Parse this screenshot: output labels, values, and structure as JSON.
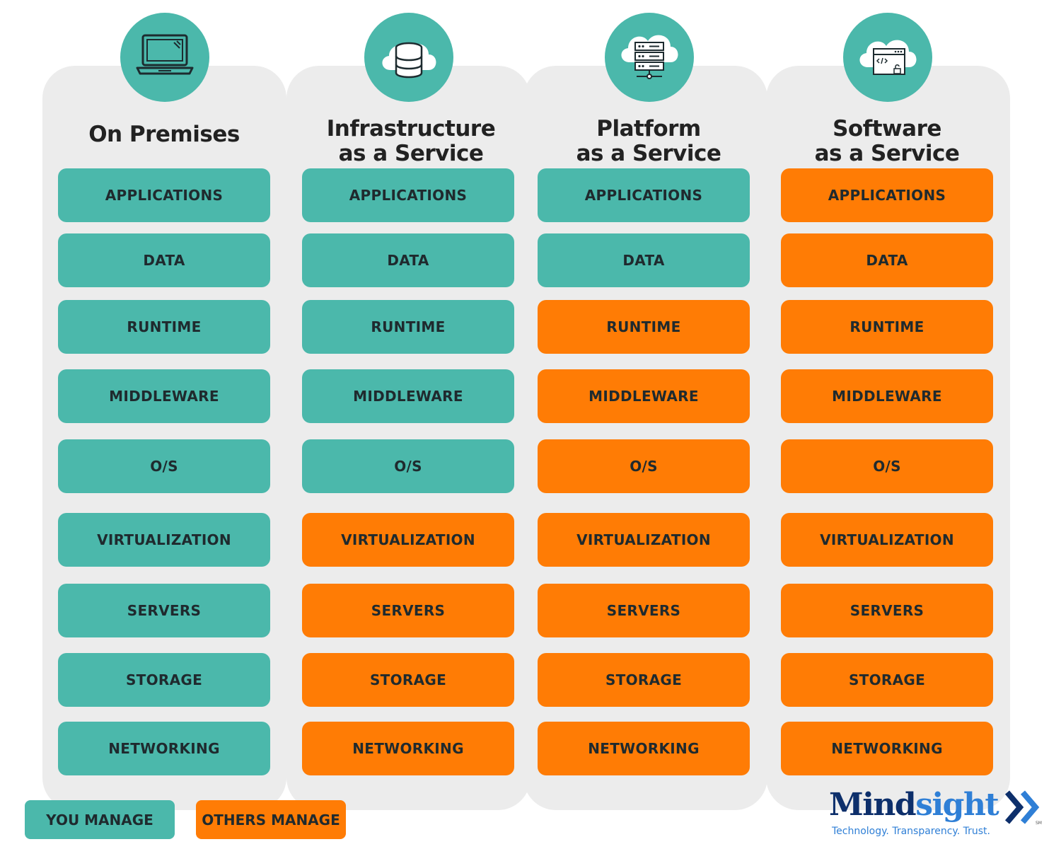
{
  "columns": [
    {
      "title_line1": "On Premises",
      "title_line2": "",
      "icon": "laptop-icon",
      "rows": [
        {
          "label": "APPLICATIONS",
          "manager": "you"
        },
        {
          "label": "DATA",
          "manager": "you"
        },
        {
          "label": "RUNTIME",
          "manager": "you"
        },
        {
          "label": "MIDDLEWARE",
          "manager": "you"
        },
        {
          "label": "O/S",
          "manager": "you"
        },
        {
          "label": "VIRTUALIZATION",
          "manager": "you"
        },
        {
          "label": "SERVERS",
          "manager": "you"
        },
        {
          "label": "STORAGE",
          "manager": "you"
        },
        {
          "label": "NETWORKING",
          "manager": "you"
        }
      ]
    },
    {
      "title_line1": "Infrastructure",
      "title_line2": "as a Service",
      "icon": "cloud-database-icon",
      "rows": [
        {
          "label": "APPLICATIONS",
          "manager": "you"
        },
        {
          "label": "DATA",
          "manager": "you"
        },
        {
          "label": "RUNTIME",
          "manager": "you"
        },
        {
          "label": "MIDDLEWARE",
          "manager": "you"
        },
        {
          "label": "O/S",
          "manager": "you"
        },
        {
          "label": "VIRTUALIZATION",
          "manager": "others"
        },
        {
          "label": "SERVERS",
          "manager": "others"
        },
        {
          "label": "STORAGE",
          "manager": "others"
        },
        {
          "label": "NETWORKING",
          "manager": "others"
        }
      ]
    },
    {
      "title_line1": "Platform",
      "title_line2": "as a Service",
      "icon": "cloud-server-icon",
      "rows": [
        {
          "label": "APPLICATIONS",
          "manager": "you"
        },
        {
          "label": "DATA",
          "manager": "you"
        },
        {
          "label": "RUNTIME",
          "manager": "others"
        },
        {
          "label": "MIDDLEWARE",
          "manager": "others"
        },
        {
          "label": "O/S",
          "manager": "others"
        },
        {
          "label": "VIRTUALIZATION",
          "manager": "others"
        },
        {
          "label": "SERVERS",
          "manager": "others"
        },
        {
          "label": "STORAGE",
          "manager": "others"
        },
        {
          "label": "NETWORKING",
          "manager": "others"
        }
      ]
    },
    {
      "title_line1": "Software",
      "title_line2": "as a Service",
      "icon": "cloud-browser-icon",
      "rows": [
        {
          "label": "APPLICATIONS",
          "manager": "others"
        },
        {
          "label": "DATA",
          "manager": "others"
        },
        {
          "label": "RUNTIME",
          "manager": "others"
        },
        {
          "label": "MIDDLEWARE",
          "manager": "others"
        },
        {
          "label": "O/S",
          "manager": "others"
        },
        {
          "label": "VIRTUALIZATION",
          "manager": "others"
        },
        {
          "label": "SERVERS",
          "manager": "others"
        },
        {
          "label": "STORAGE",
          "manager": "others"
        },
        {
          "label": "NETWORKING",
          "manager": "others"
        }
      ]
    }
  ],
  "legend": {
    "you_label": "YOU MANAGE",
    "others_label": "OTHERS MANAGE"
  },
  "colors": {
    "you": "#4bb8ab",
    "others": "#ff7c05",
    "panel": "#ececec",
    "text": "#1f2a2e"
  },
  "logo": {
    "name_dark": "Mind",
    "name_light": "sight",
    "tagline": "Technology. Transparency. Trust.",
    "mark": "SM",
    "icon": "double-chevron-icon"
  }
}
